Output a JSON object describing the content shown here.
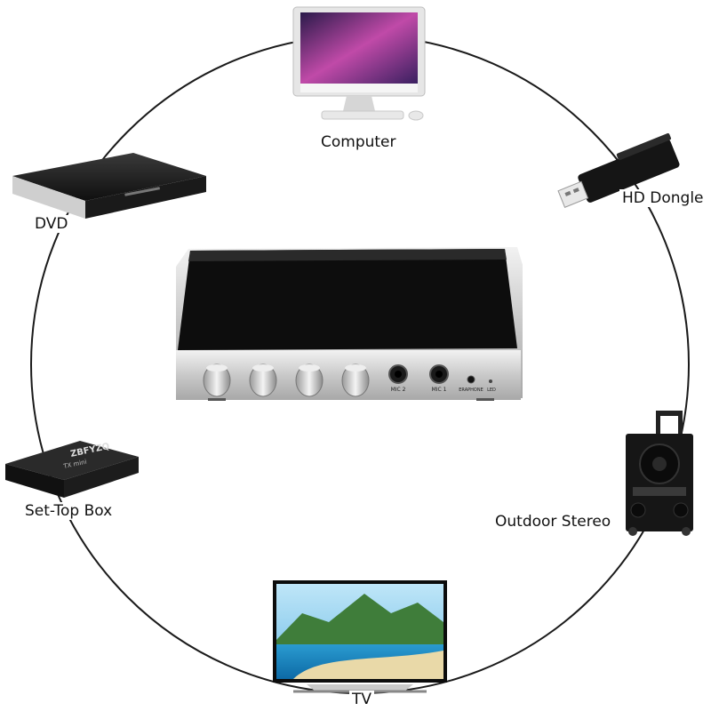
{
  "devices": {
    "computer": {
      "label": "Computer"
    },
    "hd_dongle": {
      "label": "HD Dongle"
    },
    "dvd": {
      "label": "DVD"
    },
    "set_top_box": {
      "label": "Set-Top Box",
      "brand": "ZBFYZQ",
      "model": "TX mini"
    },
    "outdoor_stereo": {
      "label": "Outdoor Stereo"
    },
    "tv": {
      "label": "TV"
    }
  },
  "mixer": {
    "ports": {
      "mic2": "MIC 2",
      "mic1": "MIC 1",
      "earphone": "ERAPHONE",
      "led": "LED"
    }
  },
  "colors": {
    "ring": "#1a1a1a",
    "mixer_top": "#0d0d0d",
    "mixer_body": "#d8d8d8"
  }
}
